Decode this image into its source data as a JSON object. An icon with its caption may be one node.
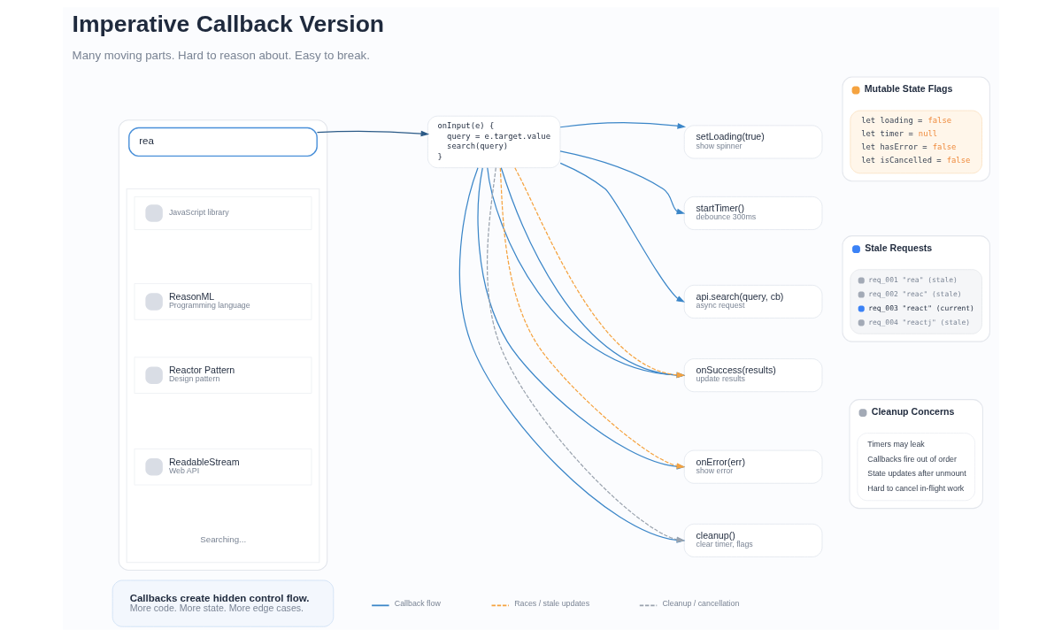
{
  "diagram": {
    "title": "Imperative Callback Version",
    "nodes": [
      {
        "text": [],
        "shape": "box"
      },
      {
        "text": [
          "rea"
        ],
        "in": 0
      },
      {
        "text": [],
        "shape": "box",
        "in": 0
      },
      {
        "text": [
          "JavaScript library"
        ],
        "in": 2
      },
      {
        "text": [
          "ReasonML",
          "Programming language"
        ],
        "in": 2
      },
      {
        "text": [
          "Reactor Pattern",
          "Design pattern"
        ],
        "in": 2
      },
      {
        "text": [
          "ReadableStream",
          "Web API"
        ],
        "in": 2
      },
      {
        "text": [
          "Searching..."
        ],
        "in": 2
      },
      {
        "text": [
          "onInput(e) {",
          "query = e.target.value",
          "search(query)",
          "}"
        ]
      },
      {
        "text": [
          "setLoading(true)",
          "show spinner"
        ]
      },
      {
        "text": [
          "startTimer()",
          "debounce 300ms"
        ]
      },
      {
        "text": [
          "api.search(query, cb)",
          "async request"
        ]
      },
      {
        "text": [
          "onSuccess(results)",
          "update results"
        ]
      },
      {
        "text": [
          "onError(err)",
          "show error"
        ]
      },
      {
        "text": [
          "cleanup()",
          "clear timer, flags"
        ]
      },
      {
        "text": [
          "Mutable State Flags"
        ]
      },
      {
        "text": [
          "let loading = false",
          "let timer = null",
          "let hasError = false",
          "let isCancelled = false"
        ],
        "in": 15
      },
      {
        "text": [
          "Stale Requests"
        ]
      },
      {
        "text": [
          "req_001 \"rea\" (stale)",
          "req_002 \"reac\" (stale)",
          "req_003 \"react\" (current)",
          "req_004 \"reactj\" (stale)"
        ],
        "in": 17
      },
      {
        "text": [
          "Cleanup Concerns"
        ]
      },
      {
        "text": [
          "Timers may leak",
          "Callbacks fire out of order",
          "State updates after unmount",
          "Hard to cancel in-flight work"
        ],
        "in": 19
      },
      {
        "text": [
          "Callbacks create hidden control flow.",
          "More code. More state. More edge cases."
        ]
      }
    ],
    "edges": [
      {
        "from": 1,
        "to": 8,
        "arrow": "to",
        "color": "#2b5a87"
      },
      {
        "from": 8,
        "to": 9,
        "arrow": "to"
      },
      {
        "from": 8,
        "to": 10,
        "arrow": "to"
      },
      {
        "from": 8,
        "to": 11,
        "arrow": "to"
      },
      {
        "from": 8,
        "to": 12,
        "arrow": "to"
      },
      {
        "from": 8,
        "to": 12,
        "arrow": "to"
      },
      {
        "from": 8,
        "to": 13,
        "arrow": "to"
      },
      {
        "from": 8,
        "to": 14,
        "arrow": "to"
      },
      {
        "from": 8,
        "to": 12,
        "arrow": "to",
        "style": "dashed",
        "color": "#f5a340"
      },
      {
        "from": 8,
        "to": 13,
        "arrow": "to",
        "style": "dashed",
        "color": "#f5a340"
      },
      {
        "from": 8,
        "to": 14,
        "arrow": "to",
        "style": "dashed",
        "color": "#9aa3ae"
      }
    ],
    "labels": [
      "Many moving parts. Hard to reason about. Easy to break."
    ],
    "legend": [
      {
        "text": "Callback flow"
      },
      {
        "text": "Races / stale updates"
      },
      {
        "text": "Cleanup / cancellation"
      }
    ]
  }
}
